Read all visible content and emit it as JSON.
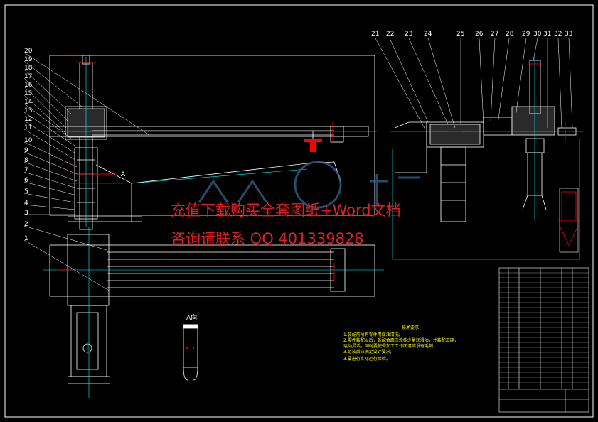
{
  "left_part_numbers": [
    "20",
    "19",
    "18",
    "17",
    "16",
    "15",
    "14",
    "13",
    "12",
    "11",
    "10",
    "9",
    "8",
    "7",
    "6",
    "5",
    "4",
    "3",
    "2",
    "1"
  ],
  "right_part_numbers": [
    "21",
    "22",
    "23",
    "24",
    "25",
    "26",
    "27",
    "28",
    "29",
    "30",
    "31",
    "32",
    "33"
  ],
  "section_mark": "A",
  "view_label": "A向",
  "watermark": {
    "line1": "充值下载购买全套图纸+Word文档",
    "line2": "咨询请联系 QQ 401339828"
  },
  "tech_requirements": {
    "title": "技术要求",
    "lines": [
      "1.装配前所有零件用煤油清洗;",
      "2.零件装配以后，各配合面应涂抹少量润滑油，并装配正确，",
      "  运动灵活，同时要使得加工工作面清洁没有毛刺...",
      "3.组装后应满足设计要求;",
      "3.要进行实际运行检验。"
    ]
  },
  "colors": {
    "background": "#000000",
    "lines": "#ffffff",
    "cyan": "#00ffff",
    "red": "#ff0000",
    "yellow": "#ffff00",
    "watermark": "#e02020",
    "green": "#00ff00"
  }
}
